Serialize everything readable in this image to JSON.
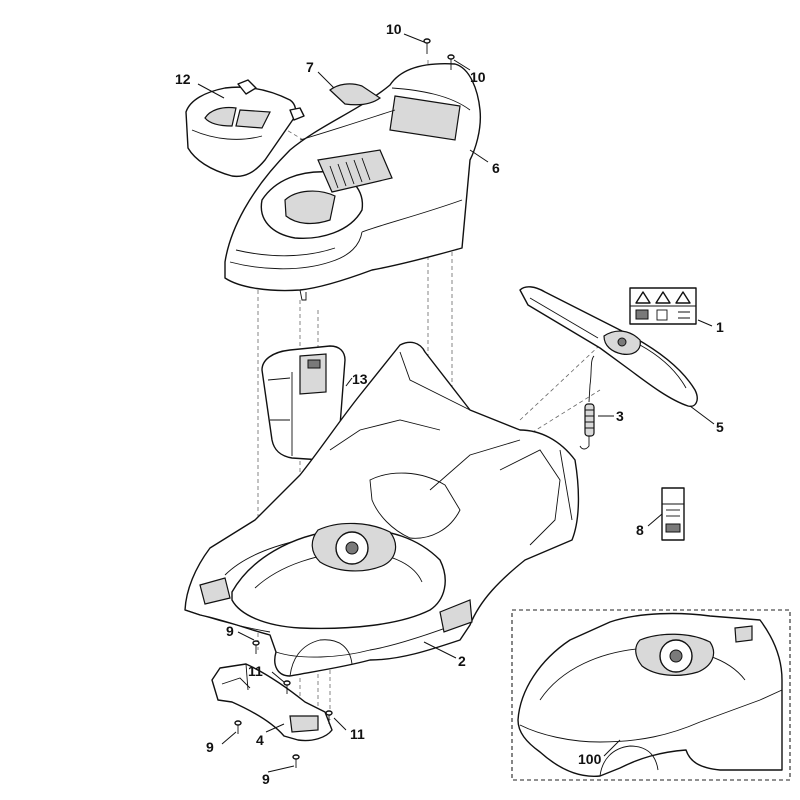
{
  "callouts": {
    "c1": "1",
    "c2": "2",
    "c3": "3",
    "c4": "4",
    "c5": "5",
    "c6": "6",
    "c7": "7",
    "c8": "8",
    "c9a": "9",
    "c9b": "9",
    "c9c": "9",
    "c10a": "10",
    "c10b": "10",
    "c11a": "11",
    "c11b": "11",
    "c12": "12",
    "c13": "13",
    "c100": "100"
  }
}
